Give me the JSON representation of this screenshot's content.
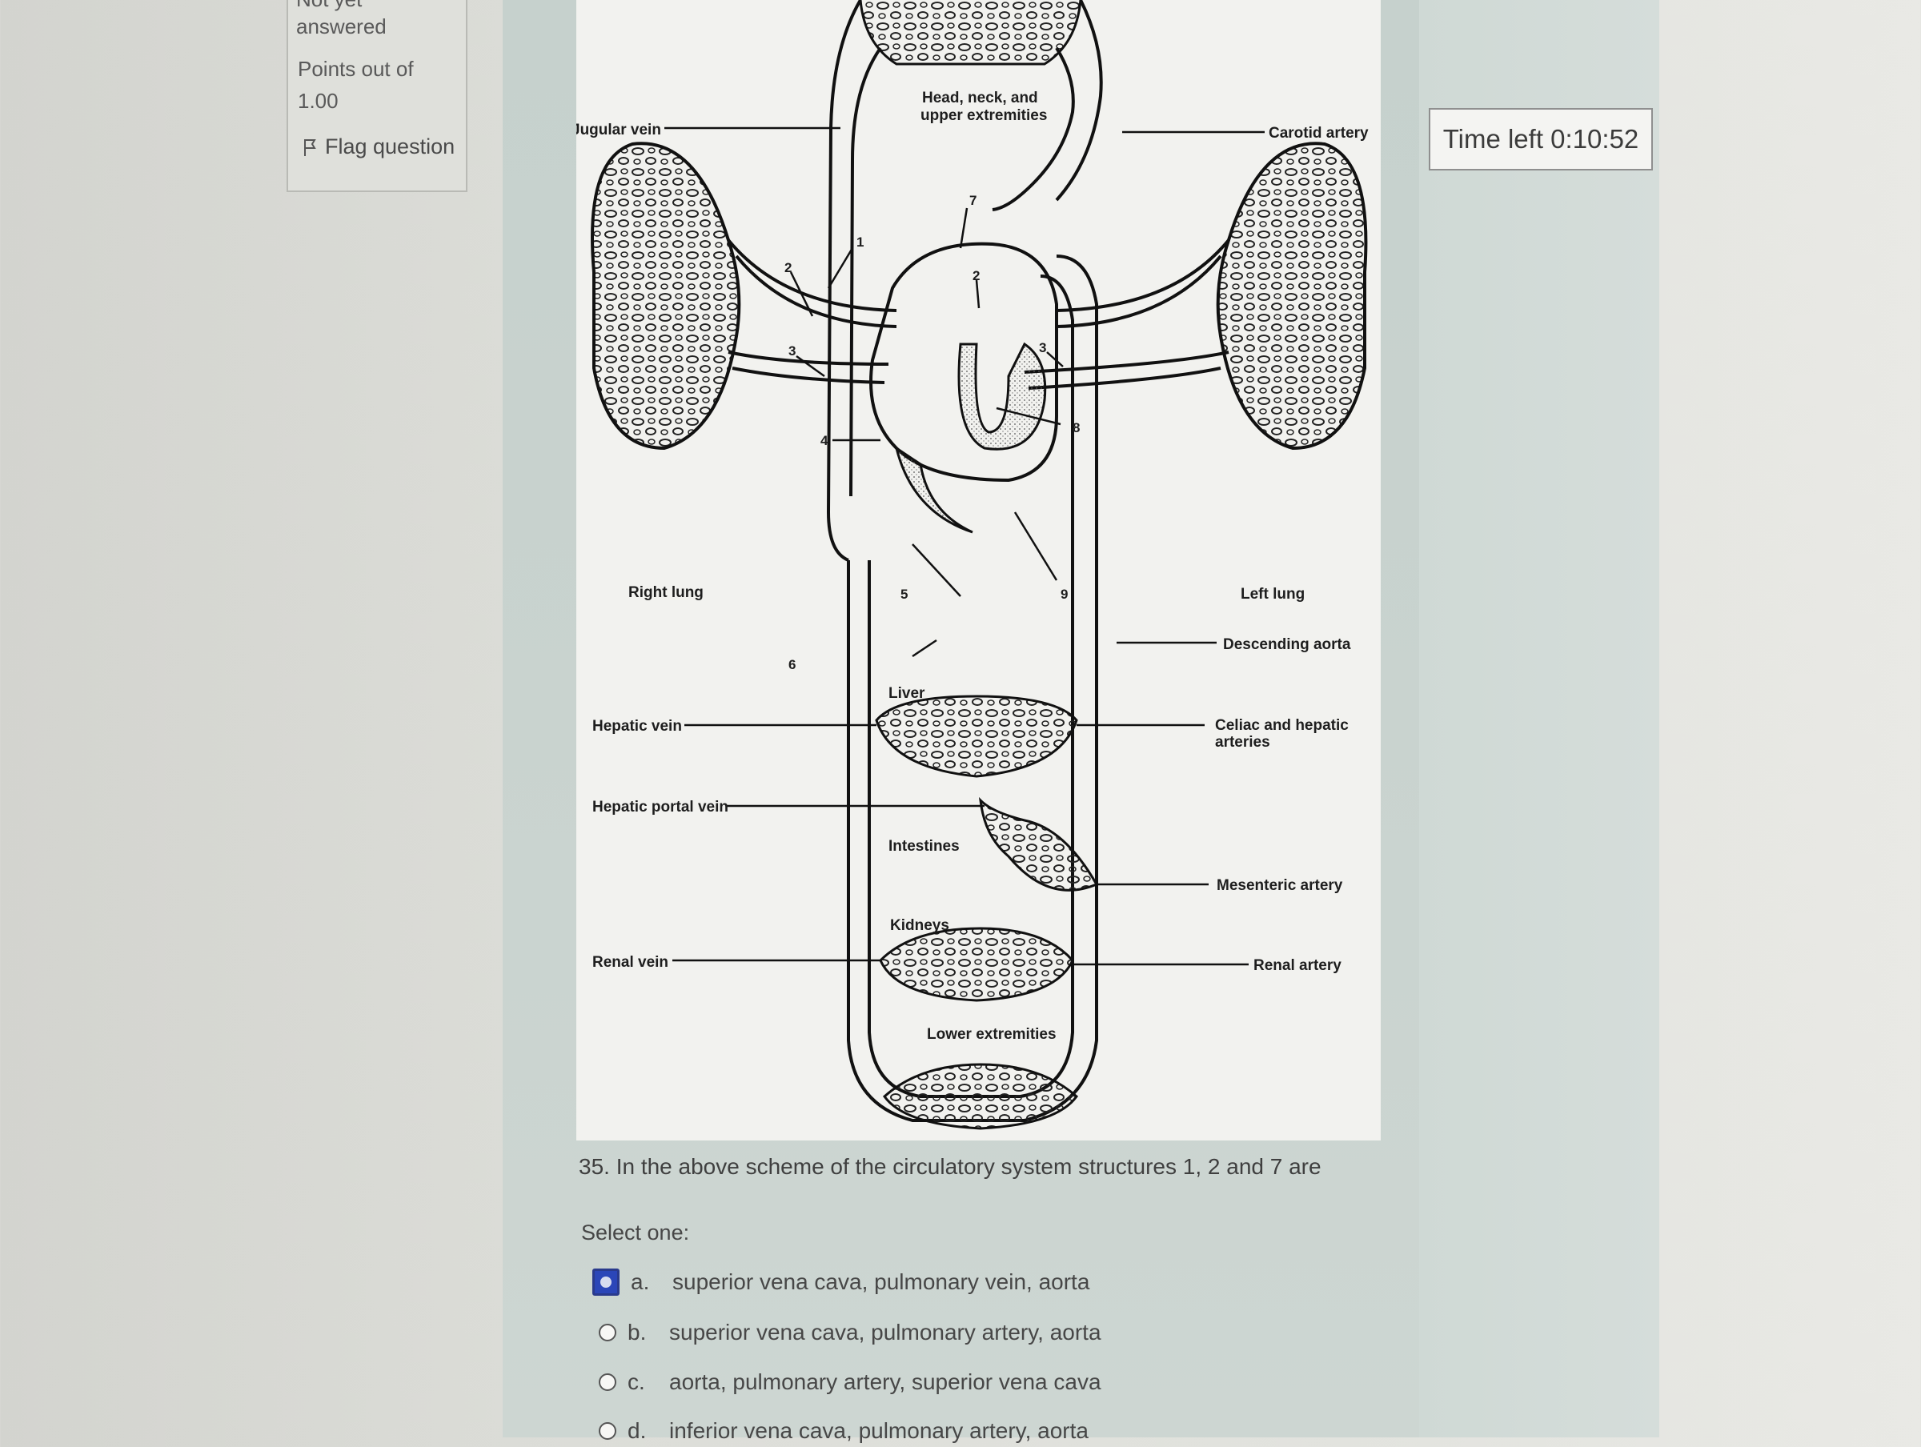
{
  "info": {
    "status_partial": "Not yet",
    "status_line2": "answered",
    "points_label": "Points out of",
    "points_value": "1.00",
    "flag_label": "Flag question"
  },
  "timer": {
    "label": "Time left 0:10:52"
  },
  "diagram": {
    "labels": {
      "jugular_vein": "Jugular vein",
      "head_neck_1": "Head, neck, and",
      "head_neck_2": "upper extremities",
      "carotid_artery": "Carotid artery",
      "right_lung": "Right lung",
      "left_lung": "Left lung",
      "descending_aorta": "Descending aorta",
      "liver": "Liver",
      "hepatic_vein": "Hepatic vein",
      "celiac_1": "Celiac and hepatic",
      "celiac_2": "arteries",
      "hepatic_portal_vein": "Hepatic portal vein",
      "intestines": "Intestines",
      "mesenteric_artery": "Mesenteric artery",
      "kidneys": "Kidneys",
      "renal_vein": "Renal vein",
      "renal_artery": "Renal artery",
      "lower_extremities": "Lower extremities"
    },
    "numbers": {
      "n1": "1",
      "n2a": "2",
      "n2b": "2",
      "n3a": "3",
      "n3b": "3",
      "n4": "4",
      "n5": "5",
      "n6": "6",
      "n7": "7",
      "n8": "8",
      "n9": "9"
    }
  },
  "question": {
    "text": "35. In the above scheme of the circulatory system structures 1, 2 and 7 are",
    "select_prompt": "Select one:",
    "options": [
      {
        "letter": "a.",
        "text": "superior vena cava, pulmonary vein, aorta",
        "selected": true
      },
      {
        "letter": "b.",
        "text": "superior vena cava, pulmonary artery, aorta",
        "selected": false
      },
      {
        "letter": "c.",
        "text": "aorta, pulmonary artery, superior vena cava",
        "selected": false
      },
      {
        "letter": "d.",
        "text": "inferior vena cava, pulmonary artery, aorta",
        "selected": false
      }
    ]
  }
}
